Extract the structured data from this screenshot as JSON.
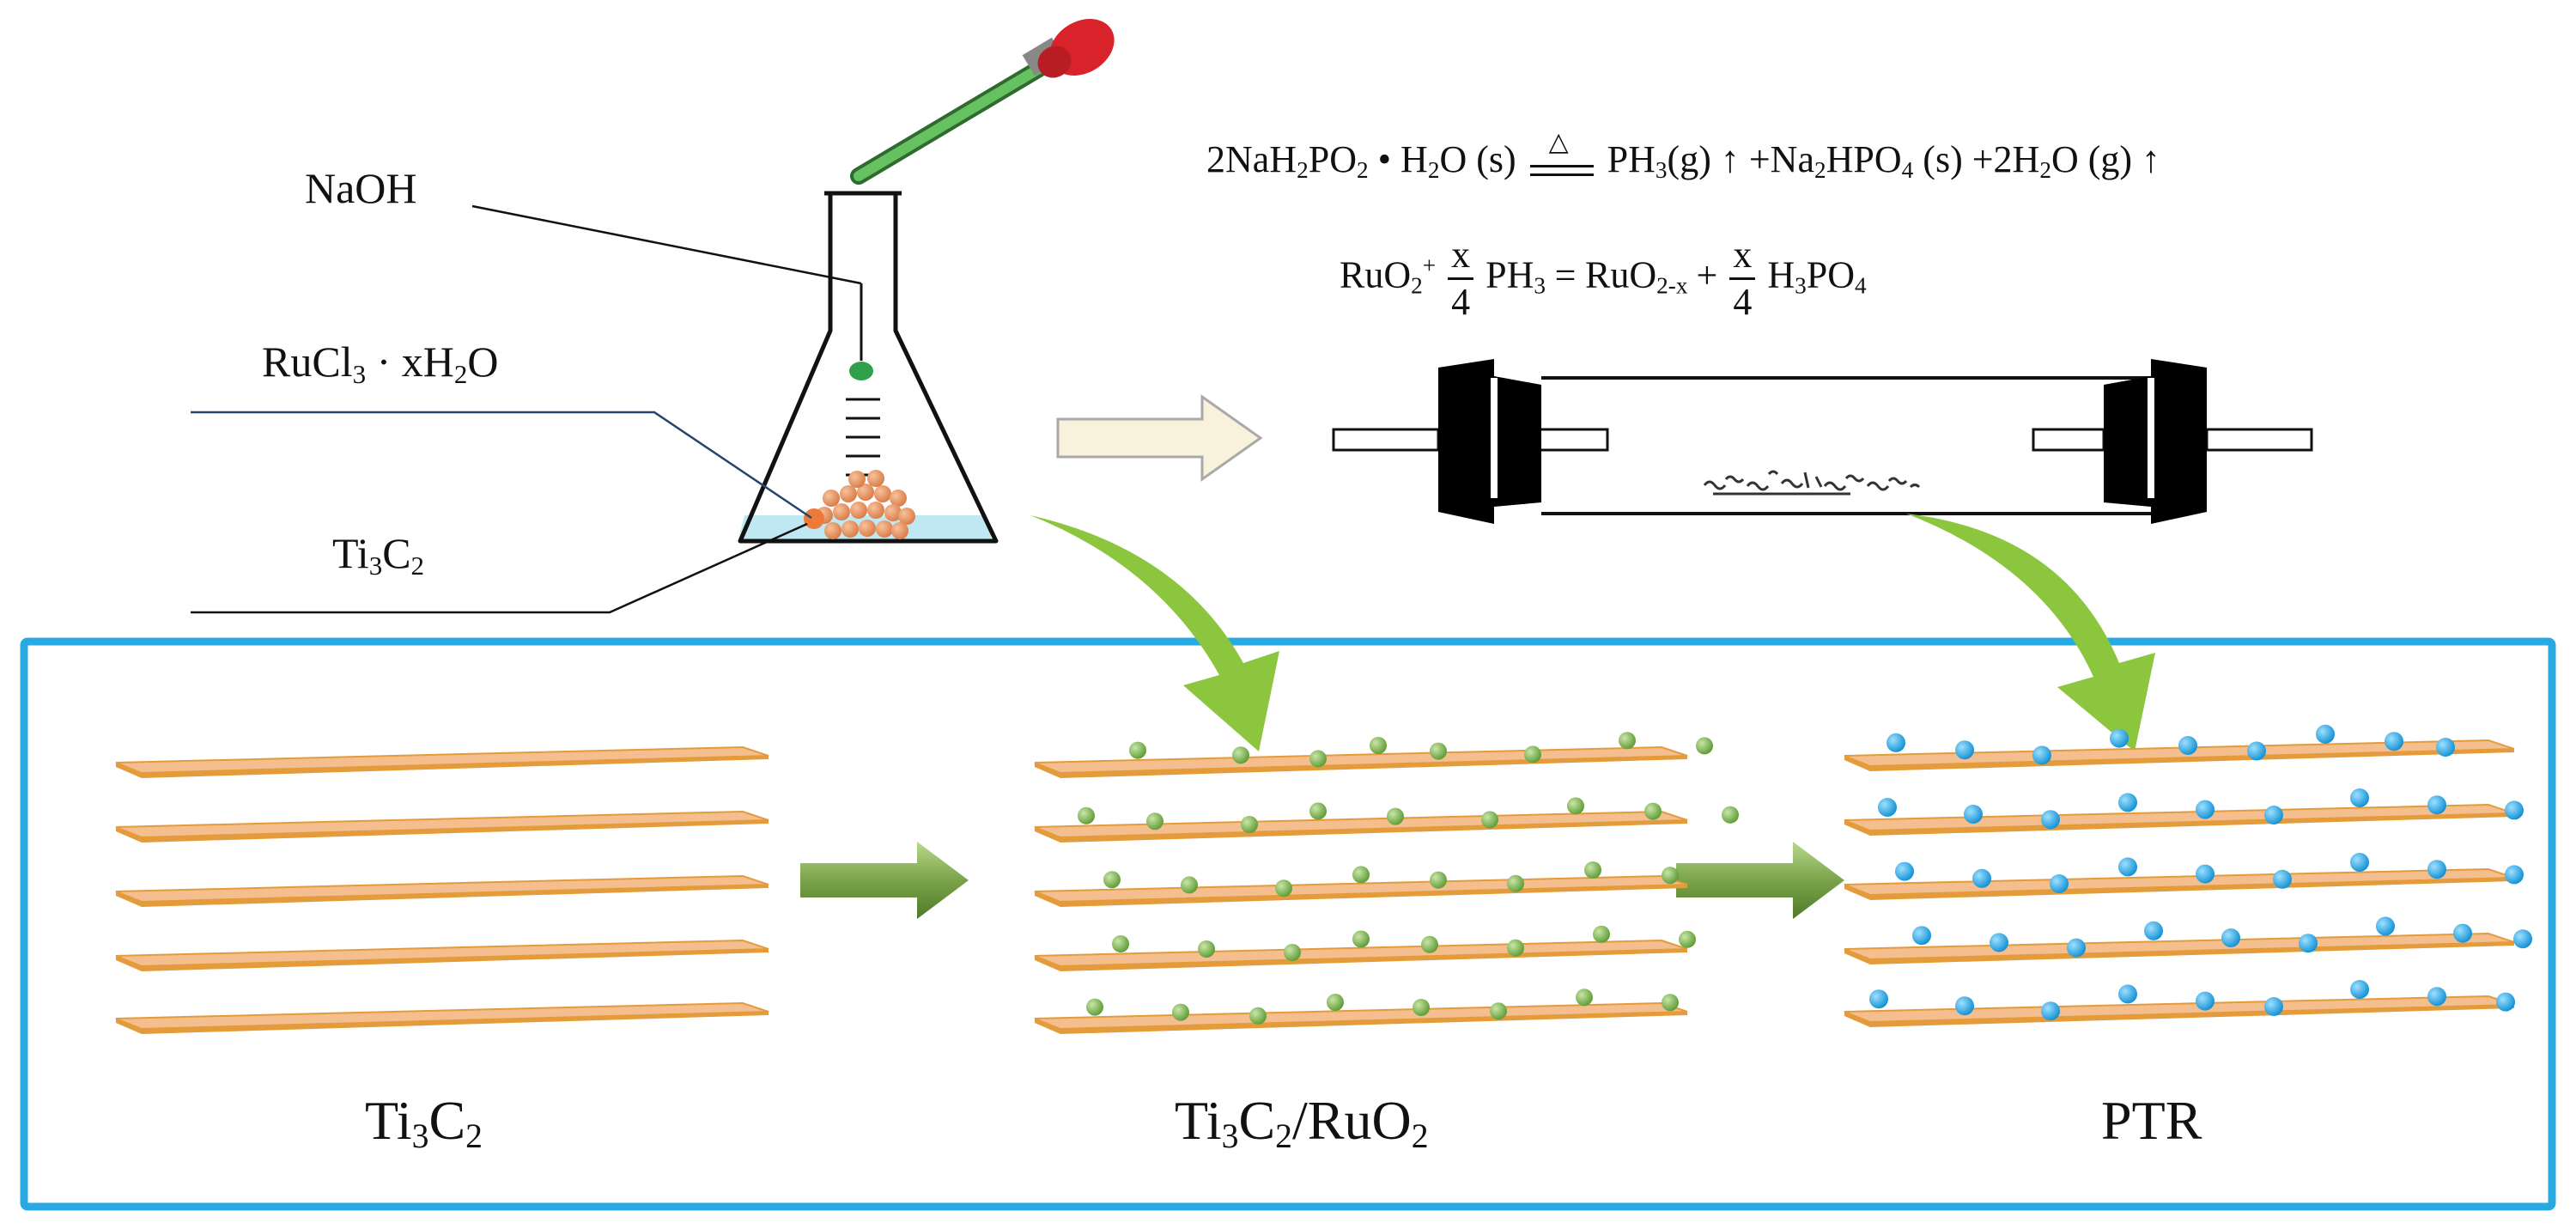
{
  "flask_labels": {
    "naoh": "NaOH",
    "rucl3": {
      "base": "RuCl",
      "sub1": "3",
      "mid": " · xH",
      "sub2": "2",
      "end": "O"
    },
    "ti3c2": {
      "a": "Ti",
      "s1": "3",
      "b": "C",
      "s2": "2"
    }
  },
  "equation1": {
    "lhs_a": "2NaH",
    "lhs_s1": "2",
    "lhs_b": "PO",
    "lhs_s2": "2",
    "lhs_c": " • H",
    "lhs_s3": "2",
    "lhs_d": "O (s)",
    "condition": "△",
    "rhs_a": "PH",
    "rhs_s1": "3",
    "rhs_b": "(g) ↑ +Na",
    "rhs_s2": "2",
    "rhs_c": "HPO",
    "rhs_s3": "4",
    "rhs_d": " (s) +2H",
    "rhs_s4": "2",
    "rhs_e": "O (g) ↑"
  },
  "equation2": {
    "a": "RuO",
    "s1": "2",
    "sup": "+",
    "frac1_num": "x",
    "frac1_den": "4",
    "b": "PH",
    "s2": "3",
    "eq": "=",
    "c": "RuO",
    "s3": "2-x",
    "plus": "+",
    "frac2_num": "x",
    "frac2_den": "4",
    "d": "H",
    "s4": "3",
    "e": "PO",
    "s5": "4"
  },
  "captions": {
    "ti3c2": {
      "a": "Ti",
      "s1": "3",
      "b": "C",
      "s2": "2"
    },
    "ti3c2_ruo2": {
      "a": "Ti",
      "s1": "3",
      "b": "C",
      "s2": "2",
      "c": "/RuO",
      "s3": "2"
    },
    "ptr": "PTR"
  },
  "colors": {
    "frame": "#29a9e1",
    "sheet_fill": "#f5be8e",
    "sheet_edge": "#e39b3b",
    "green_dot": "#6aa33c",
    "blue_dot": "#1aa0e0",
    "curved_arrow": "#8cc63f",
    "block_arrow": "#7aa34a",
    "cream_arrow": "#f8f1dc",
    "dropper_bulb": "#d8232a",
    "dropper_tube": "#4caf50",
    "solution": "#bfe8f3",
    "particles": "#e08c5a"
  },
  "icons": [
    "dropper-icon",
    "flask-icon",
    "tube-furnace-icon",
    "block-arrow-icon",
    "curved-arrow-icon"
  ]
}
